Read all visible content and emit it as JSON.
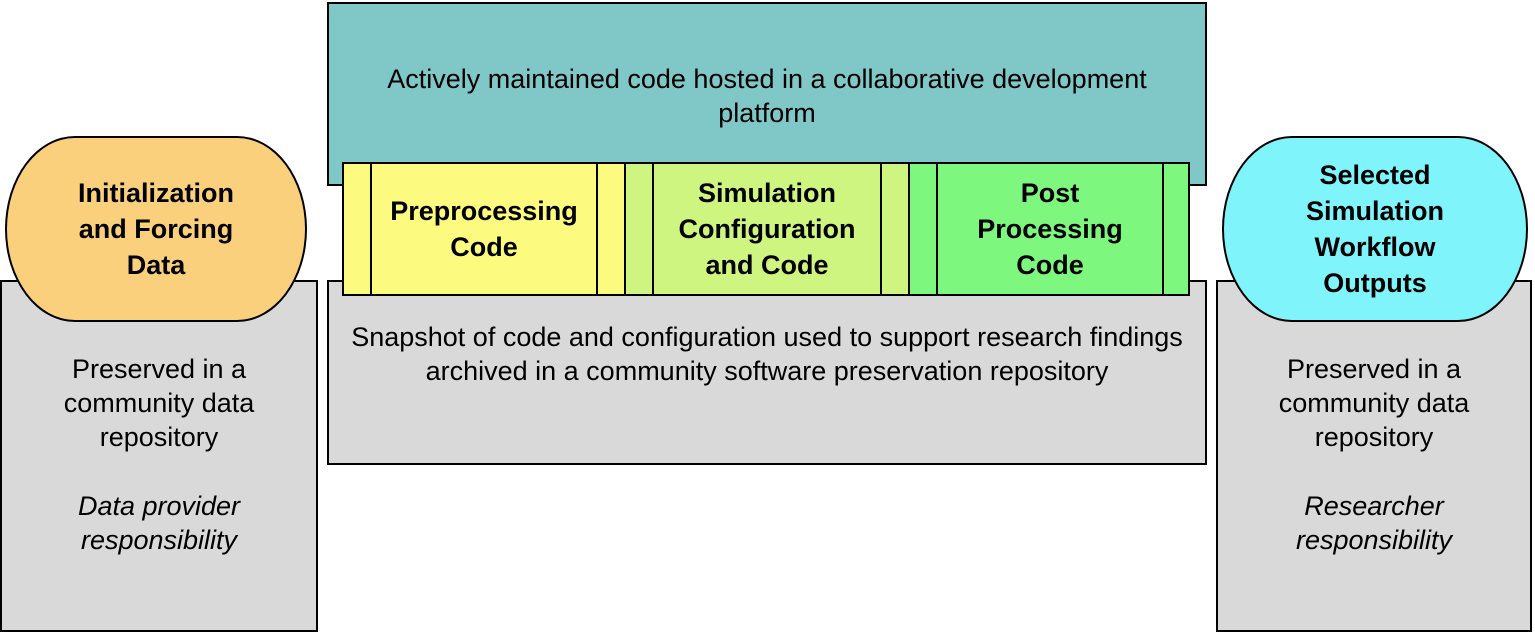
{
  "top_box": {
    "text": "Actively maintained code hosted in a collaborative development platform",
    "color": "#80c7c7"
  },
  "left_data": {
    "title": "Initialization and Forcing Data",
    "preserved": "Preserved in a community data repository",
    "responsibility": "Data provider responsibility",
    "color": "#fbd07c"
  },
  "code_segments": {
    "preprocessing": {
      "label": "Preprocessing Code",
      "color": "#fdfb7f"
    },
    "simulation": {
      "label": "Simulation Configuration and Code",
      "color": "#cdf57f"
    },
    "postprocessing": {
      "label": "Post Processing Code",
      "color": "#7ef77f"
    }
  },
  "middle_panel": {
    "text": "Snapshot of code and configuration used to support research findings archived in a community software preservation repository",
    "color": "#d9d9d9"
  },
  "right_outputs": {
    "title": "Selected Simulation Workflow Outputs",
    "preserved": "Preserved in a community data repository",
    "responsibility": "Researcher responsibility",
    "color": "#7ff4fa"
  }
}
